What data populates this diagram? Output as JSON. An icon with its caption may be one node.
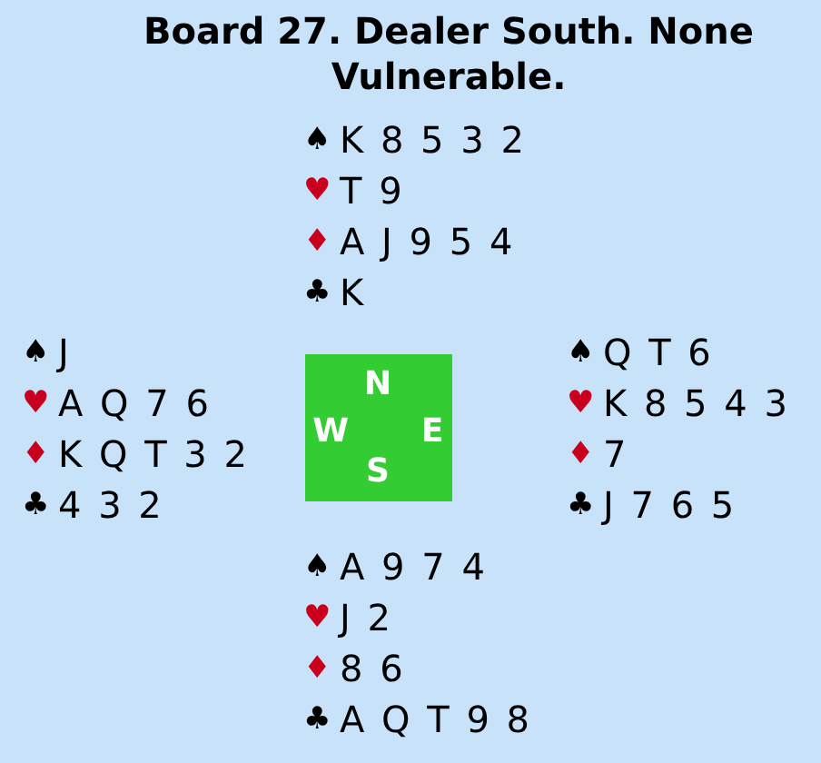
{
  "diagram": {
    "title": "Board 27. Dealer South. None Vulnerable.",
    "nodes": [
      {
        "text": [
          "N",
          "W",
          "E",
          "S"
        ]
      }
    ],
    "labels": [
      "♠",
      "K 8 5 3 2",
      "♥",
      "T 9",
      "♦",
      "A J 9 5 4",
      "♣",
      "K",
      "♠",
      "J",
      "♥",
      "A Q 7 6",
      "♦",
      "K Q T 3 2",
      "♣",
      "4 3 2",
      "♠",
      "Q T 6",
      "♥",
      "K 8 5 4 3",
      "♦",
      "7",
      "♣",
      "J 7 6 5",
      "♠",
      "A 9 7 4",
      "♥",
      "J 2",
      "♦",
      "8 6",
      "♣",
      "A Q T 9 8"
    ]
  }
}
